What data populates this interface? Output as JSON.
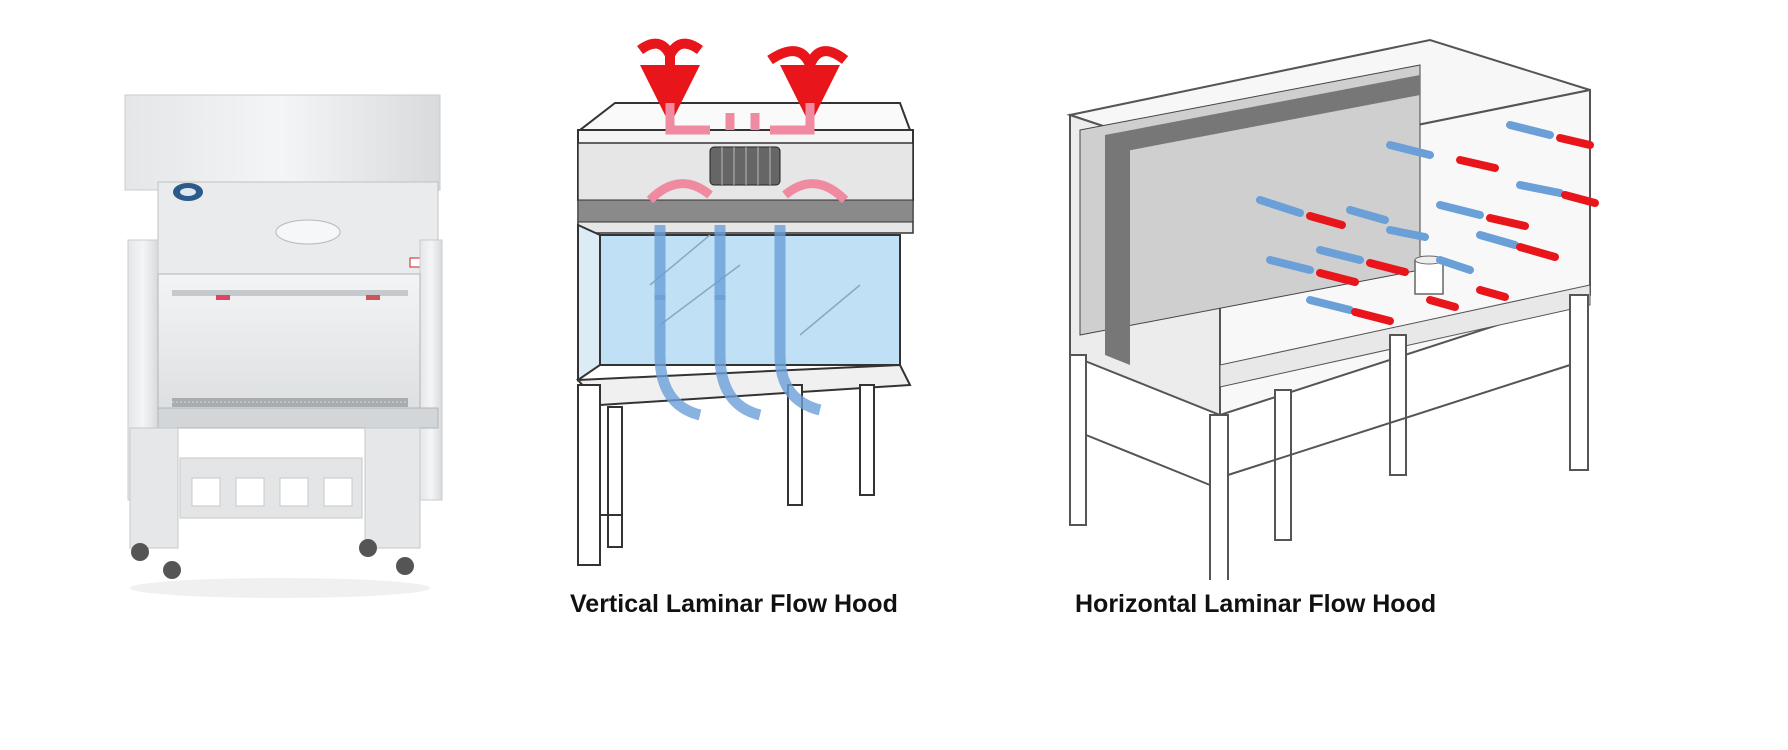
{
  "captions": {
    "vertical": "Vertical Laminar Flow Hood",
    "horizontal": "Horizontal Laminar Flow Hood"
  },
  "colors": {
    "background": "#ffffff",
    "intake_arrow": "#e8161b",
    "internal_arrow": "#f08aa0",
    "clean_air_arrow": "#6a9fd8",
    "hood_glass": "#bfe0f5",
    "filter": "#b8b8b8"
  },
  "icons": {
    "cabinet": "biosafety-cabinet-photo",
    "fan": "blower-fan-icon",
    "beaker": "beaker-icon"
  }
}
